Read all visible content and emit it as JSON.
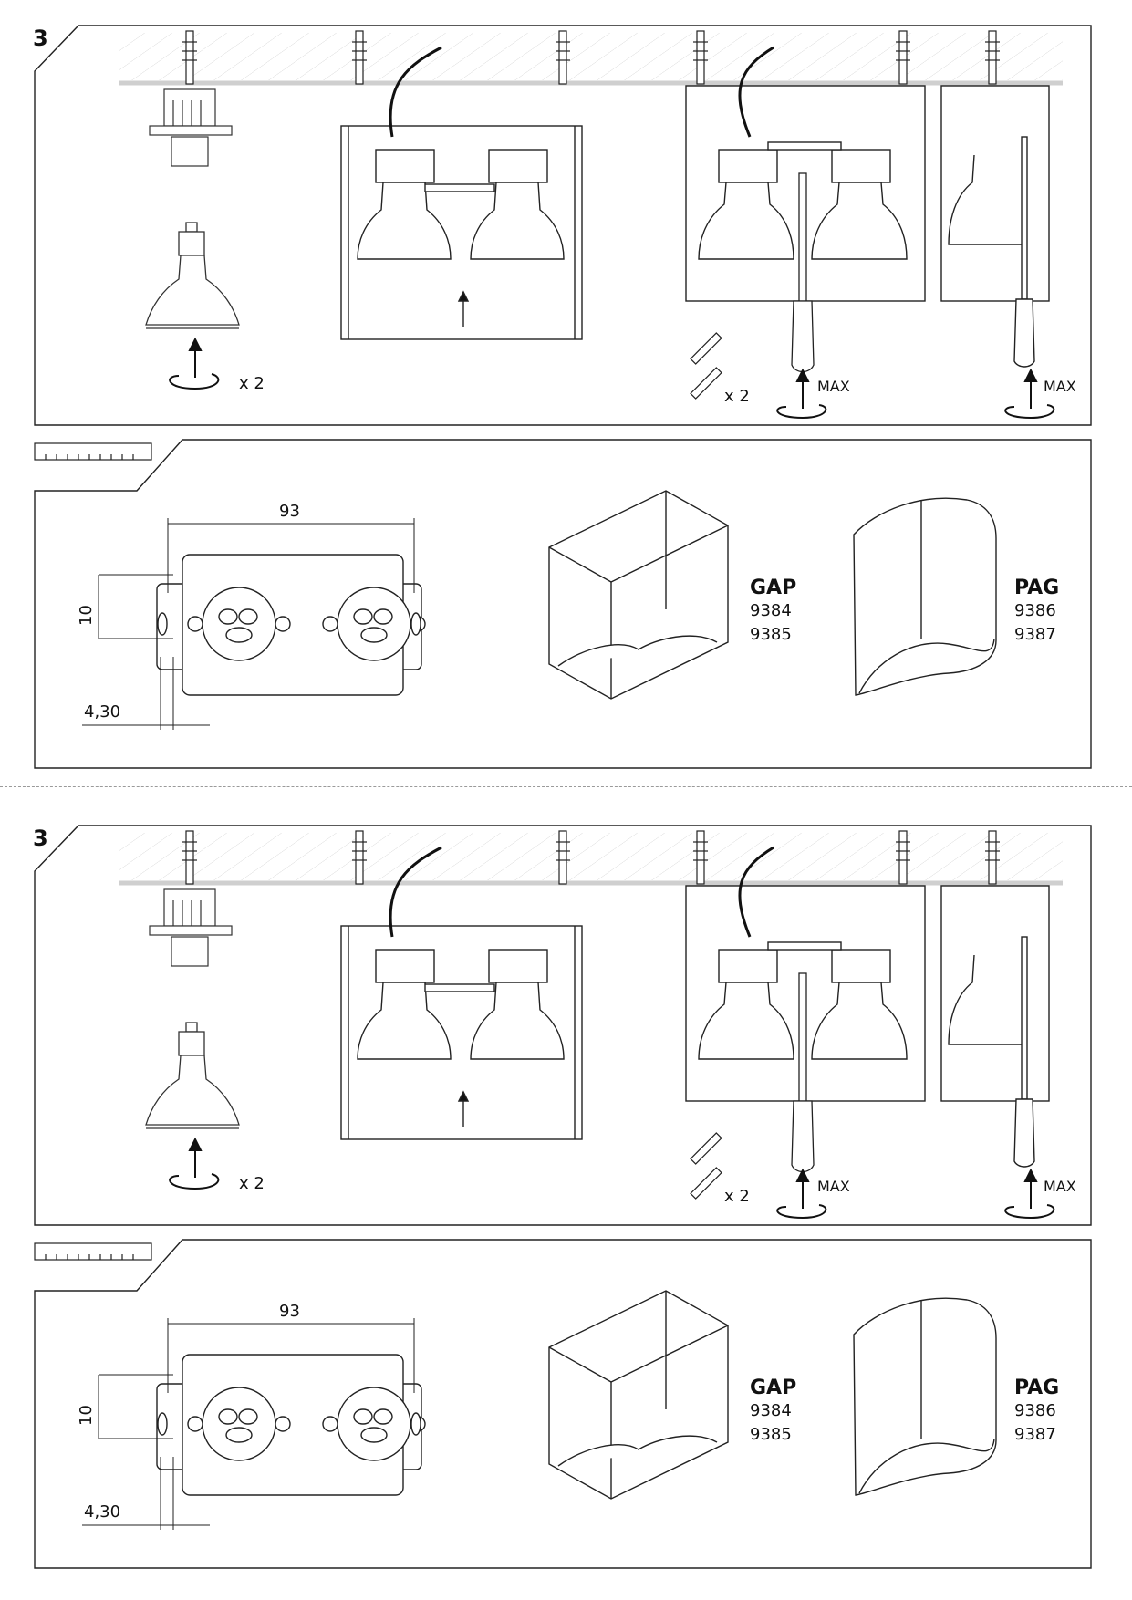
{
  "pages": [
    {
      "step": "3",
      "lamp_count": "x 2",
      "screw_count": "x 2",
      "torque_a": "MAX",
      "torque_b": "MAX",
      "dim_width": "93",
      "dim_height": "10",
      "dim_offset": "4,30",
      "models": [
        {
          "name": "GAP",
          "codes": [
            "9384",
            "9385"
          ]
        },
        {
          "name": "PAG",
          "codes": [
            "9386",
            "9387"
          ]
        }
      ]
    },
    {
      "step": "3",
      "lamp_count": "x 2",
      "screw_count": "x 2",
      "torque_a": "MAX",
      "torque_b": "MAX",
      "dim_width": "93",
      "dim_height": "10",
      "dim_offset": "4,30",
      "models": [
        {
          "name": "GAP",
          "codes": [
            "9384",
            "9385"
          ]
        },
        {
          "name": "PAG",
          "codes": [
            "9386",
            "9387"
          ]
        }
      ]
    }
  ],
  "icons": [
    "wall-plug-icon",
    "gu10-lamp-icon",
    "rotate-arrow-icon",
    "screwdriver-icon",
    "screw-icon",
    "ruler-icon"
  ]
}
